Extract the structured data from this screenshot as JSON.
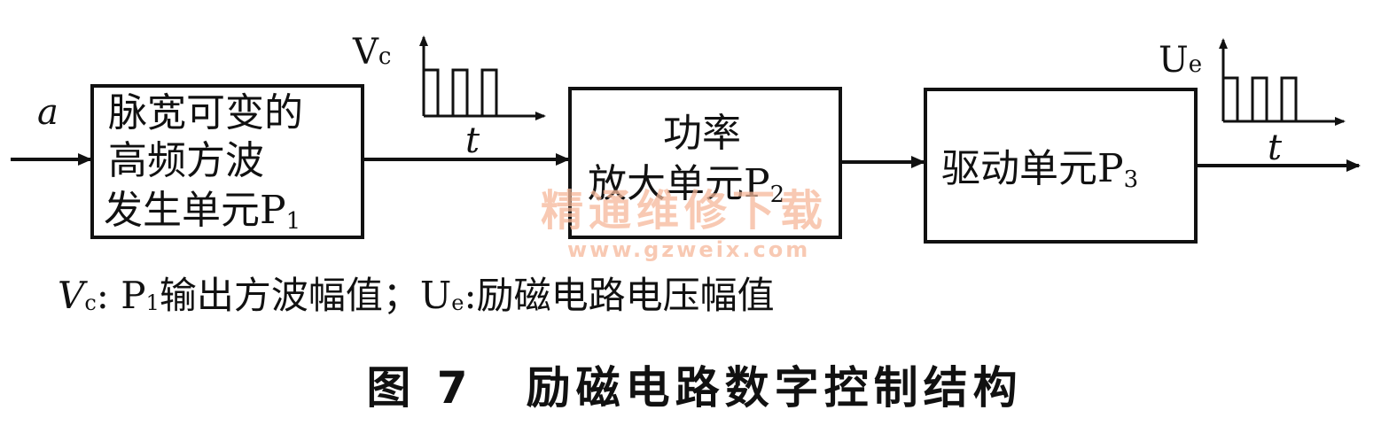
{
  "input": {
    "label": "a"
  },
  "block1": {
    "line1": "脉宽可变的",
    "line2": "高频方波",
    "line3_main": "发生单元P",
    "line3_sub": "1"
  },
  "block2": {
    "line1": "功率",
    "line2_main": "放大单元P",
    "line2_sub": "2"
  },
  "block3": {
    "main": "驱动单元P",
    "sub": "3"
  },
  "waveform1": {
    "amp_main": "V",
    "amp_sub": "c",
    "axis": "t"
  },
  "waveform2": {
    "amp_main": "U",
    "amp_sub": "e",
    "axis": "t"
  },
  "watermark": {
    "line1": "精通维修下载",
    "line2": "www.gzweix.com"
  },
  "legend": {
    "vc_main": "V",
    "vc_sub": "c",
    "vc_text_a": ": P",
    "vc_text_b_sub": "1",
    "vc_desc": "输出方波幅值；",
    "ue_main": "U",
    "ue_sub": "e",
    "ue_desc": ":励磁电路电压幅值"
  },
  "caption": {
    "number": "图 7",
    "title": "励磁电路数字控制结构"
  },
  "colors": {
    "ink": "#111111",
    "watermark": "#f6b89a"
  }
}
